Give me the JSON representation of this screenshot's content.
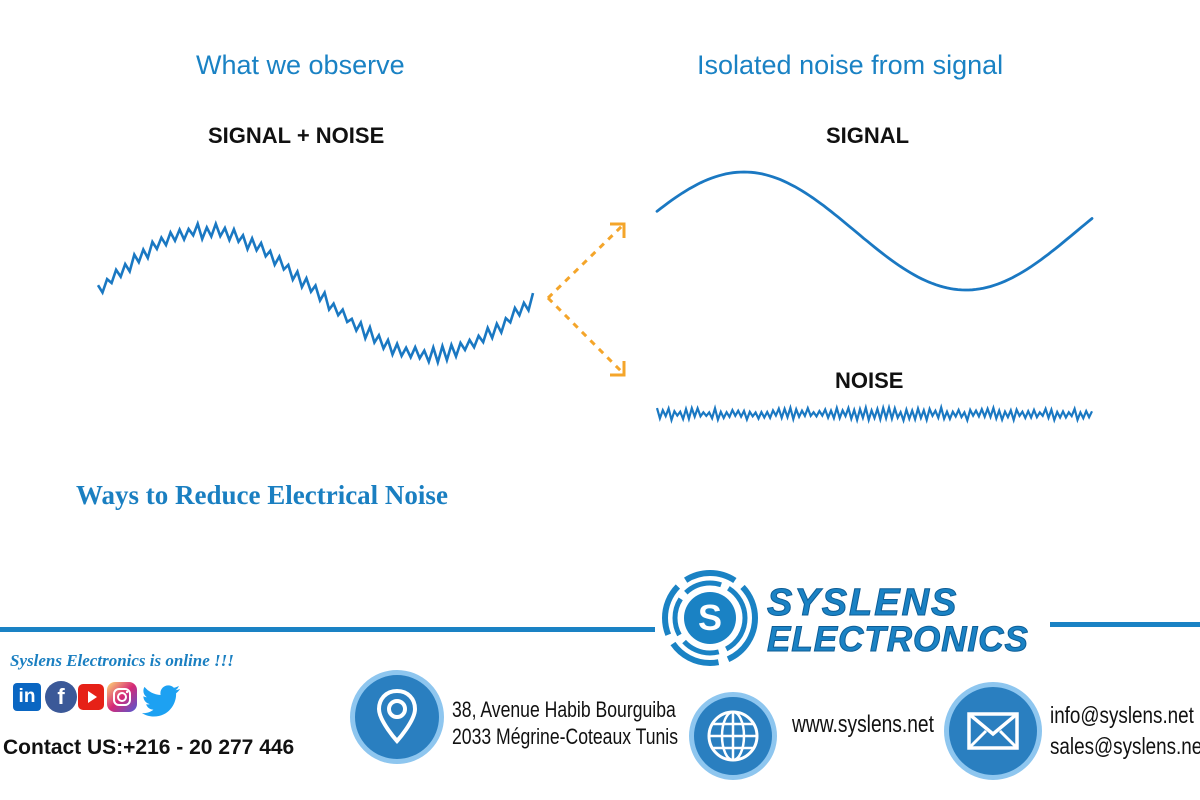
{
  "left": {
    "heading": "What we observe",
    "label": "SIGNAL + NOISE"
  },
  "right": {
    "heading": "Isolated noise from signal",
    "signal_label": "SIGNAL",
    "noise_label": "NOISE"
  },
  "title": "Ways to Reduce Electrical Noise",
  "brand": {
    "line1": "SYSLENS",
    "line2": "ELECTRONICS",
    "logo_letter": "S"
  },
  "footer": {
    "online_text": "Syslens Electronics is online !!!",
    "contact": "Contact US:+216 - 20 277 446",
    "address_line1": "38, Avenue Habib Bourguiba",
    "address_line2": "2033 Mégrine-Coteaux Tunis",
    "website": "www.syslens.net",
    "email1": "info@syslens.net",
    "email2": "sales@syslens.net",
    "social": {
      "linkedin": "in",
      "facebook": "f"
    }
  },
  "colors": {
    "wave": "#1a78c2",
    "arrow": "#f4a52a",
    "accent": "#1a82c4",
    "linkedin": "#0a66c2",
    "facebook": "#3b5998",
    "youtube": "#e62117",
    "twitter": "#1da1f2"
  },
  "icons": [
    "location-pin-icon",
    "globe-icon",
    "envelope-icon",
    "linkedin-icon",
    "facebook-icon",
    "youtube-icon",
    "instagram-icon",
    "twitter-icon"
  ]
}
